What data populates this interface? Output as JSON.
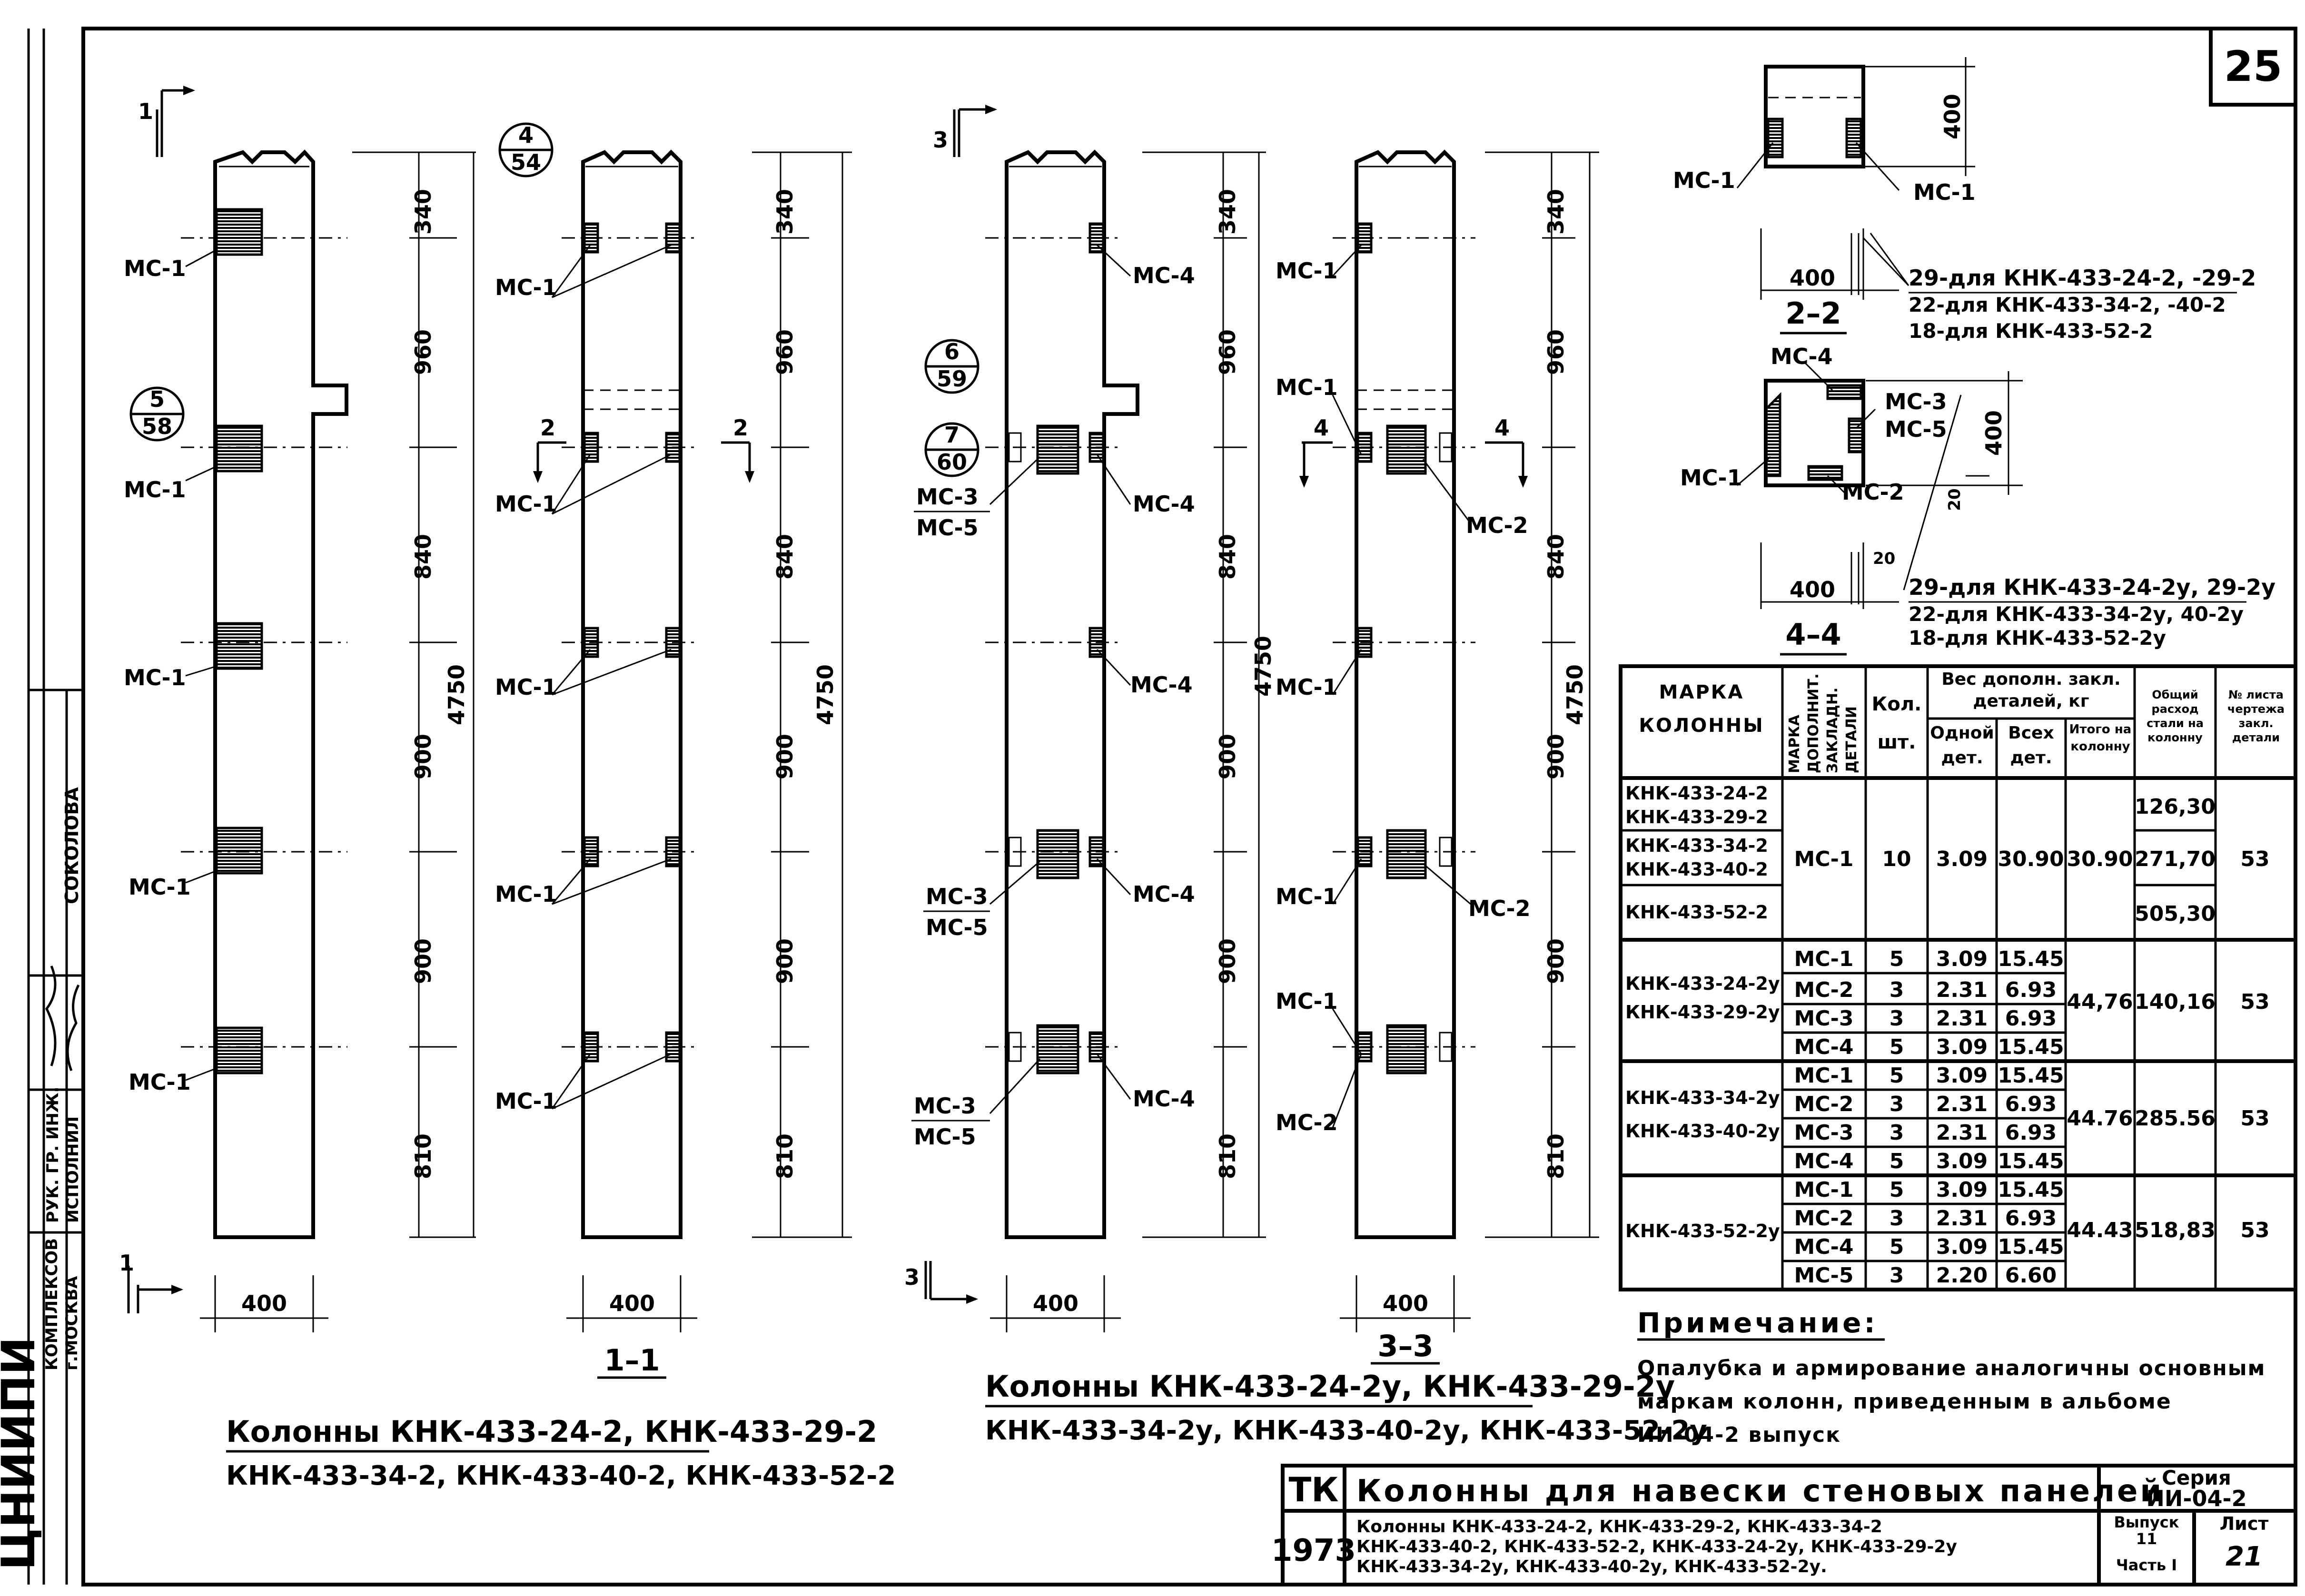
{
  "sheet_number": "25",
  "left_strip": {
    "org_name": "ЦНИИПИ",
    "org_line1": "КОМПЛЕКСОВ",
    "org_line2": "г.МОСКВА",
    "role1": "РУК. ГР. ИНЖ.",
    "role2": "ИСПОЛНИЛ",
    "name1": "СОКОЛОВА"
  },
  "view11": {
    "section_mark": "1",
    "section_label": "1–1",
    "callout_5_58_top": "5",
    "callout_5_58_bot": "58",
    "callout_4_54_top": "4",
    "callout_4_54_bot": "54",
    "ms_label": "МС-1",
    "width_dim": "400",
    "seg_dims": [
      "340",
      "960",
      "840",
      "900",
      "900",
      "810"
    ],
    "total_dim": "4750",
    "cut_mark": "2",
    "title_line1": "Колонны КНК-433-24-2, КНК-433-29-2",
    "title_line2": "КНК-433-34-2, КНК-433-40-2, КНК-433-52-2"
  },
  "view33": {
    "section_mark": "3",
    "section_label": "3–3",
    "callout_6_59_top": "6",
    "callout_6_59_bot": "59",
    "callout_7_60_top": "7",
    "callout_7_60_bot": "60",
    "ms1": "МС-1",
    "ms2": "МС-2",
    "ms3": "МС-3",
    "ms4": "МС-4",
    "ms5": "МС-5",
    "width_dim": "400",
    "seg_dims": [
      "340",
      "960",
      "840",
      "900",
      "900",
      "810"
    ],
    "total_dim": "4750",
    "cut_mark": "4",
    "title_line1": "Колонны КНК-433-24-2у, КНК-433-29-2у",
    "title_line2": "КНК-433-34-2у, КНК-433-40-2у, КНК-433-52-2у"
  },
  "sec22": {
    "label": "2–2",
    "top_dim": "400",
    "dim_width": "400",
    "ms_left": "МС-1",
    "ms_right": "МС-1",
    "line1": "29-для КНК-433-24-2, -29-2",
    "line2": "22-для КНК-433-34-2, -40-2",
    "line3": "18-для КНК-433-52-2"
  },
  "sec44": {
    "label": "4–4",
    "ms4": "МС-4",
    "ms3": "МС-3",
    "ms5": "МС-5",
    "ms1": "МС-1",
    "ms2": "МС-2",
    "h_dim": "400",
    "small20a": "20",
    "small20b": "20",
    "dim_width": "400",
    "line1": "29-для КНК-433-24-2у, 29-2у",
    "line2": "22-для КНК-433-34-2у, 40-2у",
    "line3": "18-для КНК-433-52-2у"
  },
  "table": {
    "headers": {
      "marka": "МАРКА КОЛОННЫ",
      "dop": "МАРКА ДОПОЛНИТ. ЗАКЛАДН. ДЕТАЛИ",
      "kol": "Кол. шт.",
      "ves": "Вес дополн. закл. деталей, кг",
      "odnoi": "Одной дет.",
      "vseh": "Всех дет.",
      "itogo": "Итого на колонну",
      "obsh": "Общий расход стали на колонну",
      "nomer": "№ листа чертежа закл. детали"
    },
    "group1": {
      "marki": [
        "КНК-433-24-2",
        "КНК-433-29-2",
        "КНК-433-34-2",
        "КНК-433-40-2",
        "КНК-433-52-2"
      ],
      "dop": "МС-1",
      "kol": "10",
      "odnoi": "3.09",
      "vseh": "30.90",
      "itogo": "30.90",
      "obsh": [
        "126,30",
        "271,70",
        "505,30"
      ],
      "list": "53"
    },
    "group2": {
      "marki": [
        "КНК-433-24-2у",
        "КНК-433-29-2у"
      ],
      "rows": [
        {
          "ms": "МС-1",
          "kol": "5",
          "odnoi": "3.09",
          "vseh": "15.45"
        },
        {
          "ms": "МС-2",
          "kol": "3",
          "odnoi": "2.31",
          "vseh": "6.93"
        },
        {
          "ms": "МС-3",
          "kol": "3",
          "odnoi": "2.31",
          "vseh": "6.93"
        },
        {
          "ms": "МС-4",
          "kol": "5",
          "odnoi": "3.09",
          "vseh": "15.45"
        }
      ],
      "itogo": "44,76",
      "obsh": "140,16",
      "list": "53"
    },
    "group3": {
      "marki": [
        "КНК-433-34-2у",
        "КНК-433-40-2у"
      ],
      "rows": [
        {
          "ms": "МС-1",
          "kol": "5",
          "odnoi": "3.09",
          "vseh": "15.45"
        },
        {
          "ms": "МС-2",
          "kol": "3",
          "odnoi": "2.31",
          "vseh": "6.93"
        },
        {
          "ms": "МС-3",
          "kol": "3",
          "odnoi": "2.31",
          "vseh": "6.93"
        },
        {
          "ms": "МС-4",
          "kol": "5",
          "odnoi": "3.09",
          "vseh": "15.45"
        }
      ],
      "itogo": "44.76",
      "obsh": "285.56",
      "list": "53"
    },
    "group4": {
      "marki": [
        "КНК-433-52-2у"
      ],
      "rows": [
        {
          "ms": "МС-1",
          "kol": "5",
          "odnoi": "3.09",
          "vseh": "15.45"
        },
        {
          "ms": "МС-2",
          "kol": "3",
          "odnoi": "2.31",
          "vseh": "6.93"
        },
        {
          "ms": "МС-4",
          "kol": "5",
          "odnoi": "3.09",
          "vseh": "15.45"
        },
        {
          "ms": "МС-5",
          "kol": "3",
          "odnoi": "2.20",
          "vseh": "6.60"
        }
      ],
      "itogo": "44.43",
      "obsh": "518,83",
      "list": "53"
    }
  },
  "note": {
    "title": "Примечание:",
    "line1": "Опалубка и армирование аналогичны основным",
    "line2": "маркам колонн, приведенным в альбоме",
    "line3": "ИИ-04-2 выпуск"
  },
  "titleblock": {
    "tk": "ТК",
    "year": "1973",
    "main_title": "Колонны для навески стеновых панелей",
    "sub1": "Колонны  КНК-433-24-2, КНК-433-29-2, КНК-433-34-2",
    "sub2": "КНК-433-40-2, КНК-433-52-2, КНК-433-24-2у, КНК-433-29-2у",
    "sub3": "КНК-433-34-2у, КНК-433-40-2у, КНК-433-52-2у.",
    "seria_label": "Серия",
    "seria_value": "ИИ-04-2",
    "vypusk_label": "Выпуск",
    "vypusk_value": "11",
    "chast": "Часть I",
    "list_label": "Лист",
    "list_value": "21"
  }
}
